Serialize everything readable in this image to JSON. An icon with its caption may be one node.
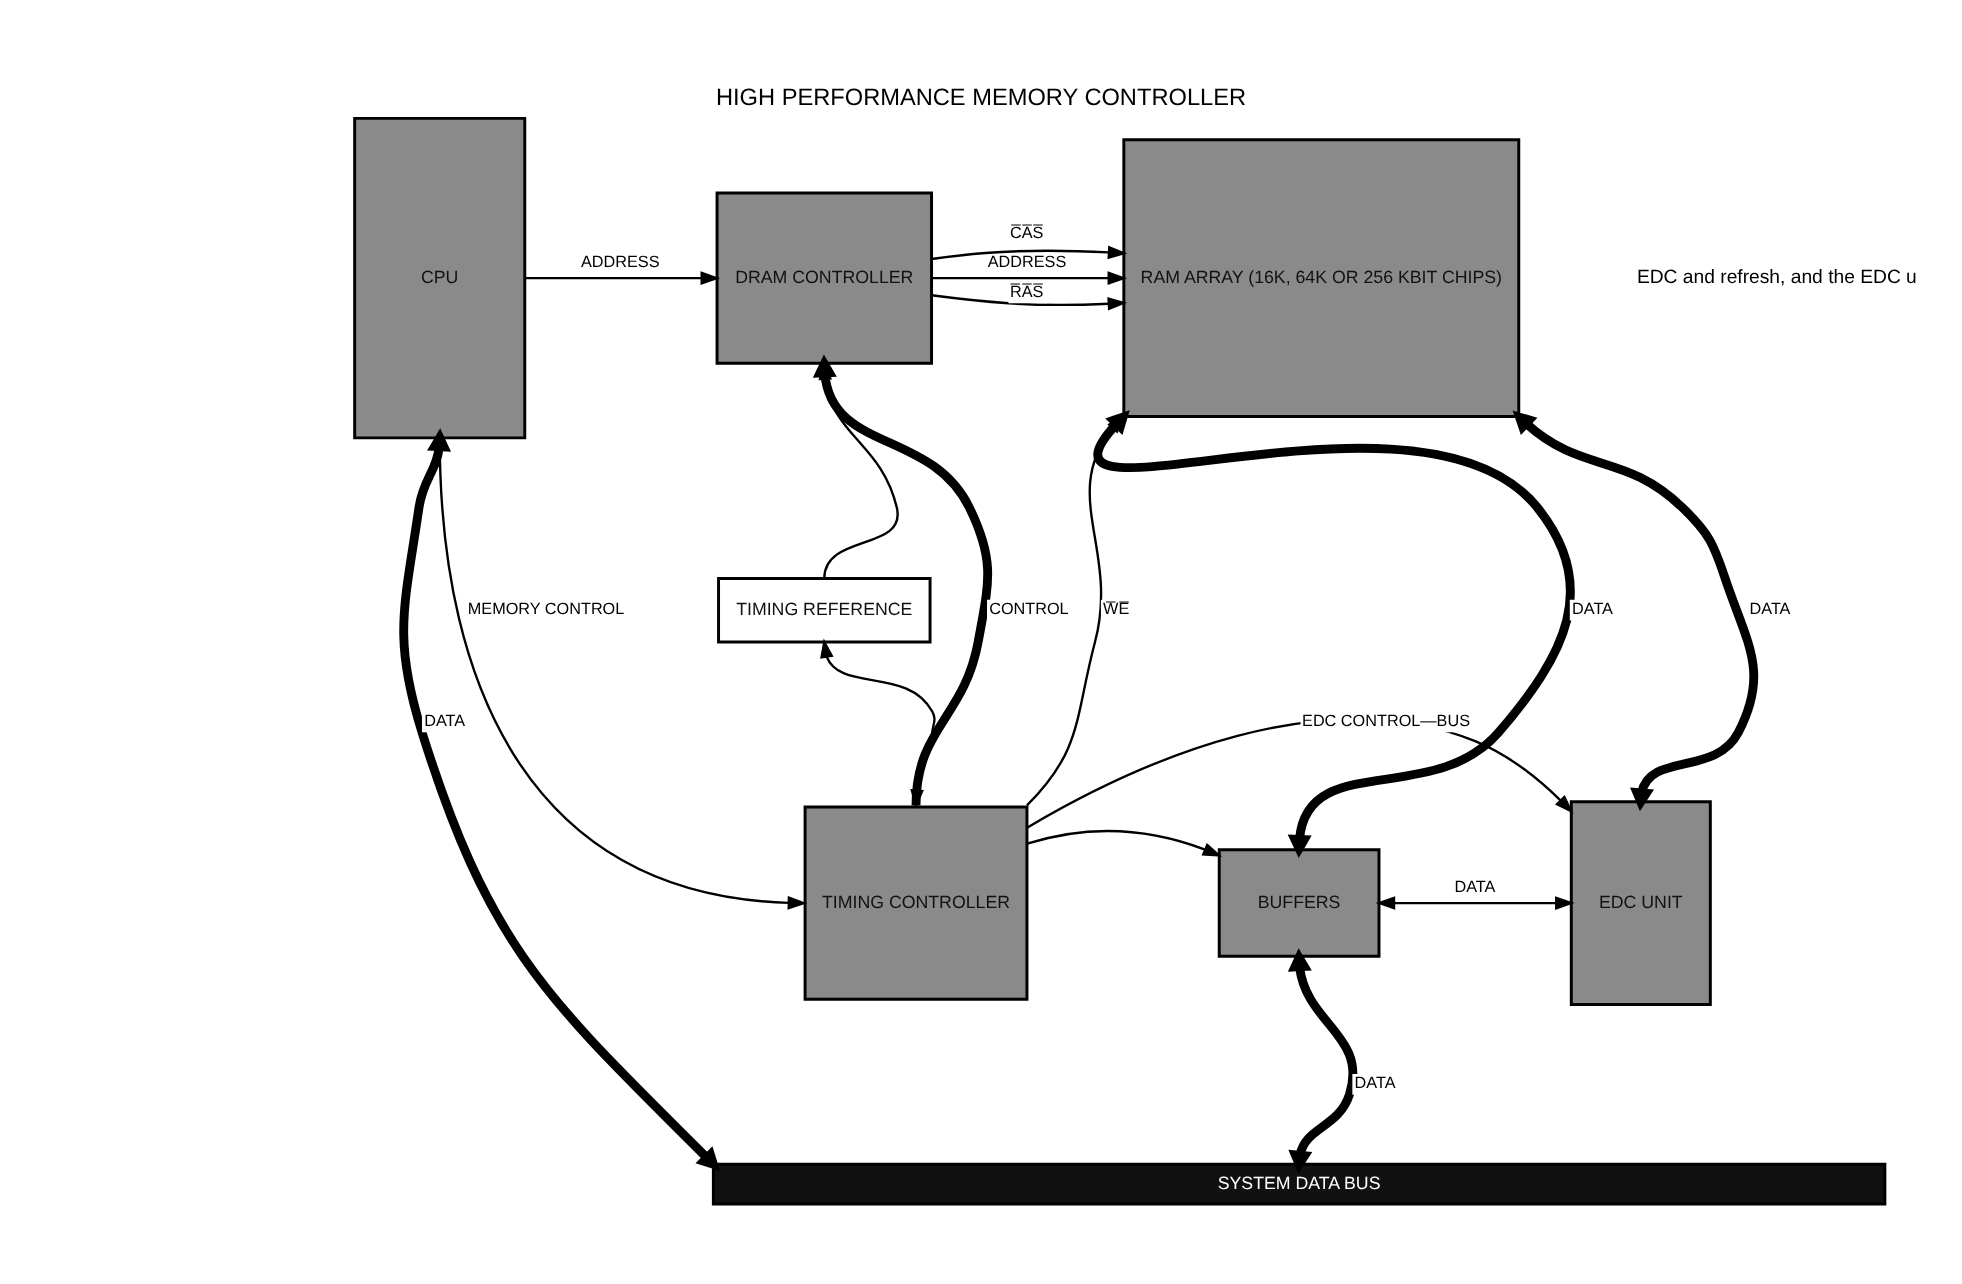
{
  "diagram": {
    "title": "HIGH PERFORMANCE MEMORY CONTROLLER",
    "nodes": [
      {
        "text": [
          "CPU"
        ]
      },
      {
        "text": [
          "DRAM CONTROLLER"
        ]
      },
      {
        "text": [
          "RAM ARRAY (16K, 64K OR 256 KBIT CHIPS)"
        ]
      },
      {
        "text": [
          "TIMING REFERENCE"
        ]
      },
      {
        "text": [
          "TIMING CONTROLLER"
        ]
      },
      {
        "text": [
          "BUFFERS"
        ]
      },
      {
        "text": [
          "EDC UNIT"
        ]
      },
      {
        "text": [
          "SYSTEM DATA BUS"
        ]
      }
    ],
    "edges": [
      {
        "from": 0,
        "to": 1,
        "arrow": "to",
        "label": "ADDRESS"
      },
      {
        "from": 1,
        "to": 2,
        "arrow": "to",
        "label": "ADDRESS"
      },
      {
        "from": 1,
        "to": 2,
        "arrow": "to",
        "label": "R̅A̅S̅"
      },
      {
        "from": 1,
        "to": 2,
        "arrow": "to",
        "label": "C̅A̅S̅"
      },
      {
        "from": 3,
        "to": 1,
        "arrow": "to"
      },
      {
        "from": 4,
        "to": 3,
        "arrow": "both"
      },
      {
        "from": 0,
        "to": 4,
        "arrow": "to",
        "label": "MEMORY CONTROL"
      },
      {
        "from": 4,
        "to": 1,
        "arrow": "to",
        "label": "CONTROL",
        "style": "thick"
      },
      {
        "from": 4,
        "to": 2,
        "arrow": "to",
        "label": "W̅E̅"
      },
      {
        "from": 2,
        "to": 5,
        "arrow": "both",
        "label": "DATA",
        "style": "thick"
      },
      {
        "from": 2,
        "to": 6,
        "arrow": "both",
        "label": "DATA",
        "style": "thick"
      },
      {
        "from": 5,
        "to": 6,
        "arrow": "both",
        "label": "DATA"
      },
      {
        "from": 4,
        "to": 5,
        "arrow": "to"
      },
      {
        "from": 4,
        "to": 6,
        "arrow": "to",
        "label": "EDC CONTROL—BUS"
      },
      {
        "from": 5,
        "to": 7,
        "arrow": "both",
        "label": "DATA",
        "style": "thick"
      },
      {
        "from": 0,
        "to": 7,
        "arrow": "both",
        "label": "DATA",
        "style": "thick"
      }
    ],
    "labels": [
      "EDC and refresh, and the EDC u"
    ]
  }
}
